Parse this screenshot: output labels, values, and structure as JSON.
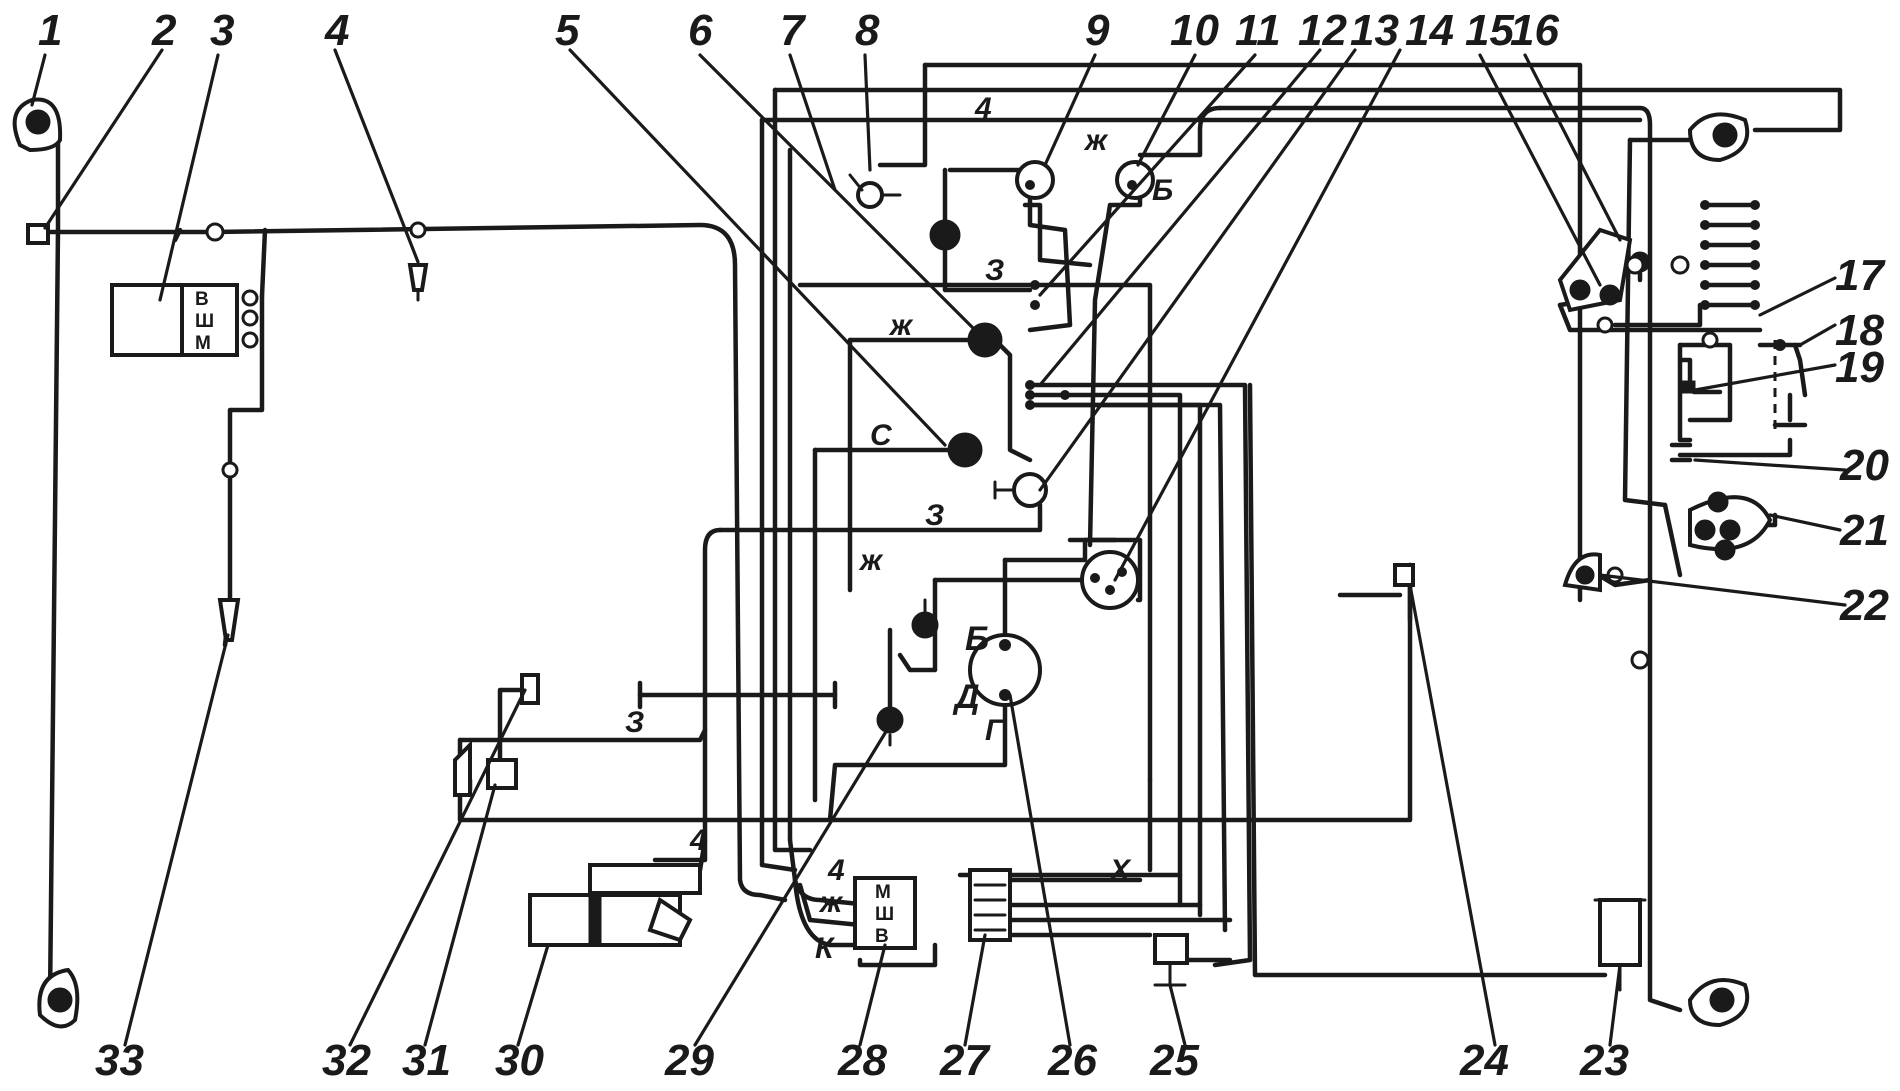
{
  "callouts": [
    "1",
    "2",
    "3",
    "4",
    "5",
    "6",
    "7",
    "8",
    "9",
    "10",
    "11",
    "12",
    "13",
    "14",
    "15",
    "16",
    "17",
    "18",
    "19",
    "20",
    "21",
    "22",
    "23",
    "24",
    "25",
    "26",
    "27",
    "28",
    "29",
    "30",
    "31",
    "32",
    "33"
  ],
  "wire_labels": {
    "w4_top": "4",
    "zh_top": "ж",
    "b_top": "Б",
    "z_upper": "З",
    "zh_mid": "ж",
    "s_mid": "С",
    "z_mid": "З",
    "zh_left": "ж",
    "z_lower": "З",
    "g_low": "Г",
    "w4_low": "4",
    "w4_bottom": "4",
    "zh_bottom": "ж",
    "k_bottom": "К",
    "x_bottom": "Х"
  },
  "terminal_labels": {
    "relay_v": "В",
    "relay_sh": "Ш",
    "relay_m": "М",
    "relay2_m": "М",
    "relay2_sh": "Ш",
    "relay2_v": "В",
    "gen_b": "Б",
    "gen_d": "Д"
  }
}
